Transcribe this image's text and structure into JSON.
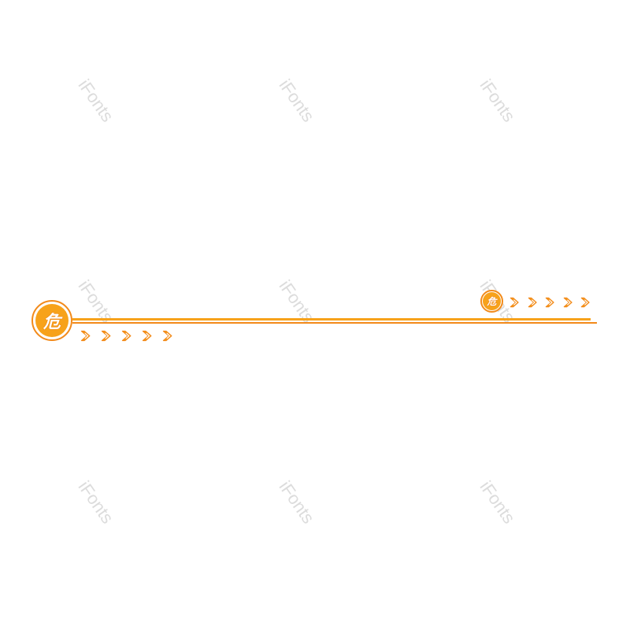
{
  "watermark": {
    "text": "iFonts",
    "count": 9
  },
  "divider": {
    "badge_glyph": "危",
    "badge_icon": "danger-icon",
    "chevron_icon": "double-chevron-right-icon",
    "left_chevron_count": 5,
    "right_chevron_count": 5,
    "colors": {
      "primary": "#f7a21b",
      "stroke": "#f28a1a",
      "dark": "#e86f10"
    }
  }
}
